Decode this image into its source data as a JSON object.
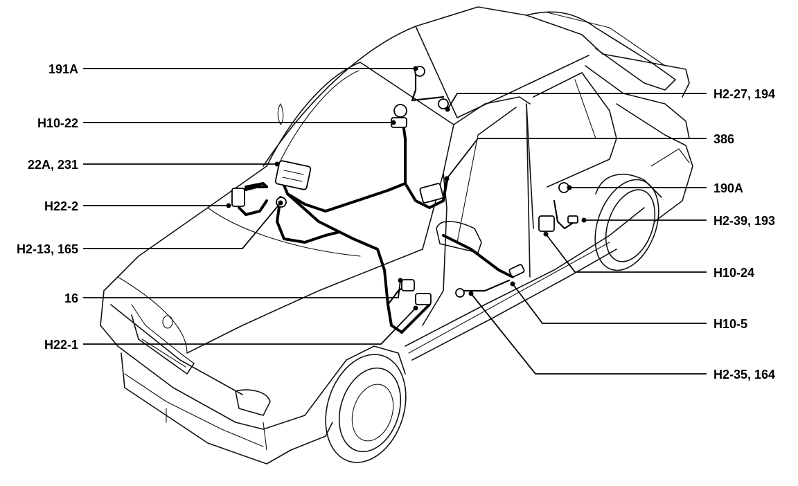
{
  "callouts_left": [
    {
      "id": "191a",
      "label": "191A"
    },
    {
      "id": "h10-22",
      "label": "H10-22"
    },
    {
      "id": "22a-231",
      "label": "22A, 231"
    },
    {
      "id": "h22-2",
      "label": "H22-2"
    },
    {
      "id": "h2-13-165",
      "label": "H2-13, 165"
    },
    {
      "id": "16",
      "label": "16"
    },
    {
      "id": "h22-1",
      "label": "H22-1"
    }
  ],
  "callouts_right": [
    {
      "id": "h2-27-194",
      "label": "H2-27, 194"
    },
    {
      "id": "386",
      "label": "386"
    },
    {
      "id": "190a",
      "label": "190A"
    },
    {
      "id": "h2-39-193",
      "label": "H2-39, 193"
    },
    {
      "id": "h10-24",
      "label": "H10-24"
    },
    {
      "id": "h10-5",
      "label": "H10-5"
    },
    {
      "id": "h2-35-164",
      "label": "H2-35, 164"
    }
  ],
  "colors": {
    "line": "#000000",
    "background": "#ffffff"
  }
}
